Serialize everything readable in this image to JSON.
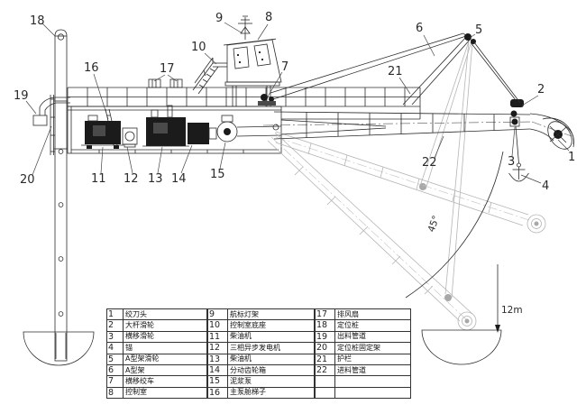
{
  "annotations": {
    "depth_label": "12m",
    "angle_label": "45°"
  },
  "parts_table": {
    "items": [
      {
        "num": "1",
        "name": "绞刀头"
      },
      {
        "num": "2",
        "name": "大杆滑轮"
      },
      {
        "num": "3",
        "name": "横移滑轮"
      },
      {
        "num": "4",
        "name": "锚"
      },
      {
        "num": "5",
        "name": "A型架滑轮"
      },
      {
        "num": "6",
        "name": "A型架"
      },
      {
        "num": "7",
        "name": "横移绞车"
      },
      {
        "num": "8",
        "name": "控制室"
      },
      {
        "num": "9",
        "name": "航标灯架"
      },
      {
        "num": "10",
        "name": "控制室底座"
      },
      {
        "num": "11",
        "name": "柴油机"
      },
      {
        "num": "12",
        "name": "三相异步发电机"
      },
      {
        "num": "13",
        "name": "柴油机"
      },
      {
        "num": "14",
        "name": "分动齿轮箱"
      },
      {
        "num": "15",
        "name": "泥浆泵"
      },
      {
        "num": "16",
        "name": "主泵舱梯子"
      },
      {
        "num": "17",
        "name": "排风扇"
      },
      {
        "num": "18",
        "name": "定位桩"
      },
      {
        "num": "19",
        "name": "出料管道"
      },
      {
        "num": "20",
        "name": "定位桩固定架"
      },
      {
        "num": "21",
        "name": "护栏"
      },
      {
        "num": "22",
        "name": "进料管道"
      }
    ]
  }
}
